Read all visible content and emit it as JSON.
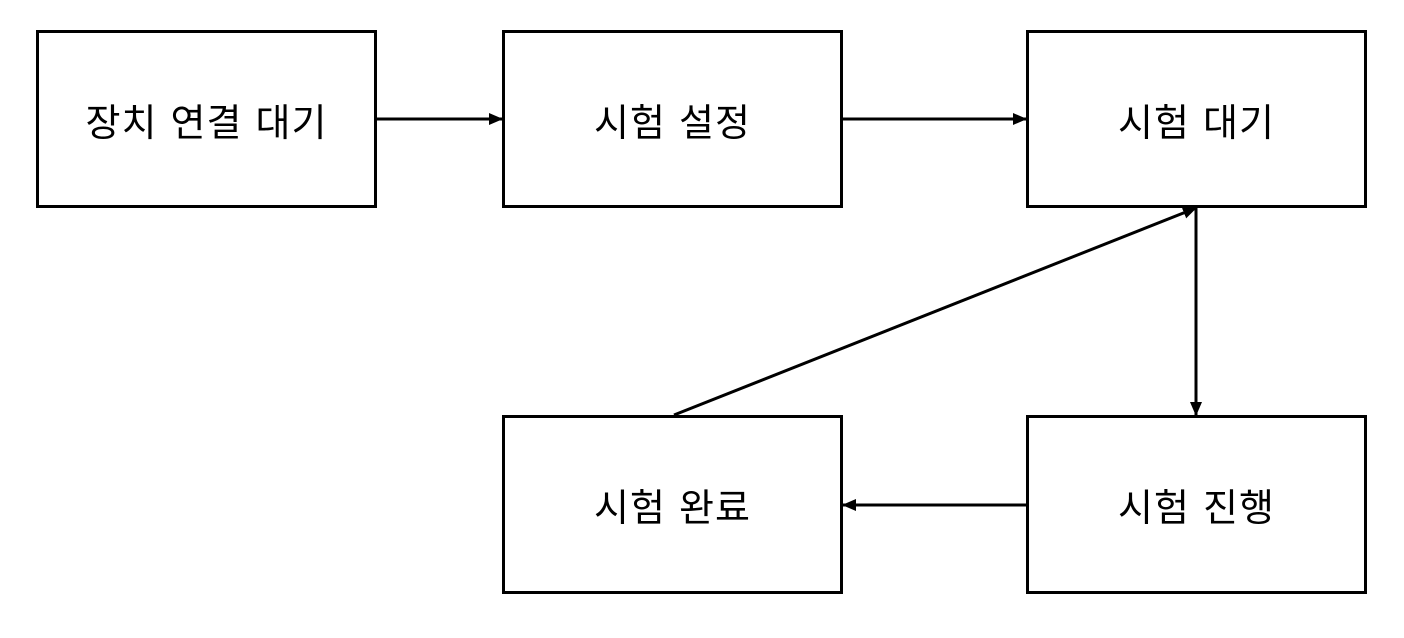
{
  "diagram": {
    "nodes": {
      "connect": "장치 연결 대기",
      "setup": "시험 설정",
      "wait": "시험 대기",
      "run": "시험 진행",
      "done": "시험 완료"
    },
    "edges": [
      {
        "from": "connect",
        "to": "setup"
      },
      {
        "from": "setup",
        "to": "wait"
      },
      {
        "from": "wait",
        "to": "run"
      },
      {
        "from": "run",
        "to": "done"
      },
      {
        "from": "done",
        "to": "wait"
      }
    ],
    "colors": {
      "stroke": "#000000",
      "background": "#ffffff"
    }
  }
}
